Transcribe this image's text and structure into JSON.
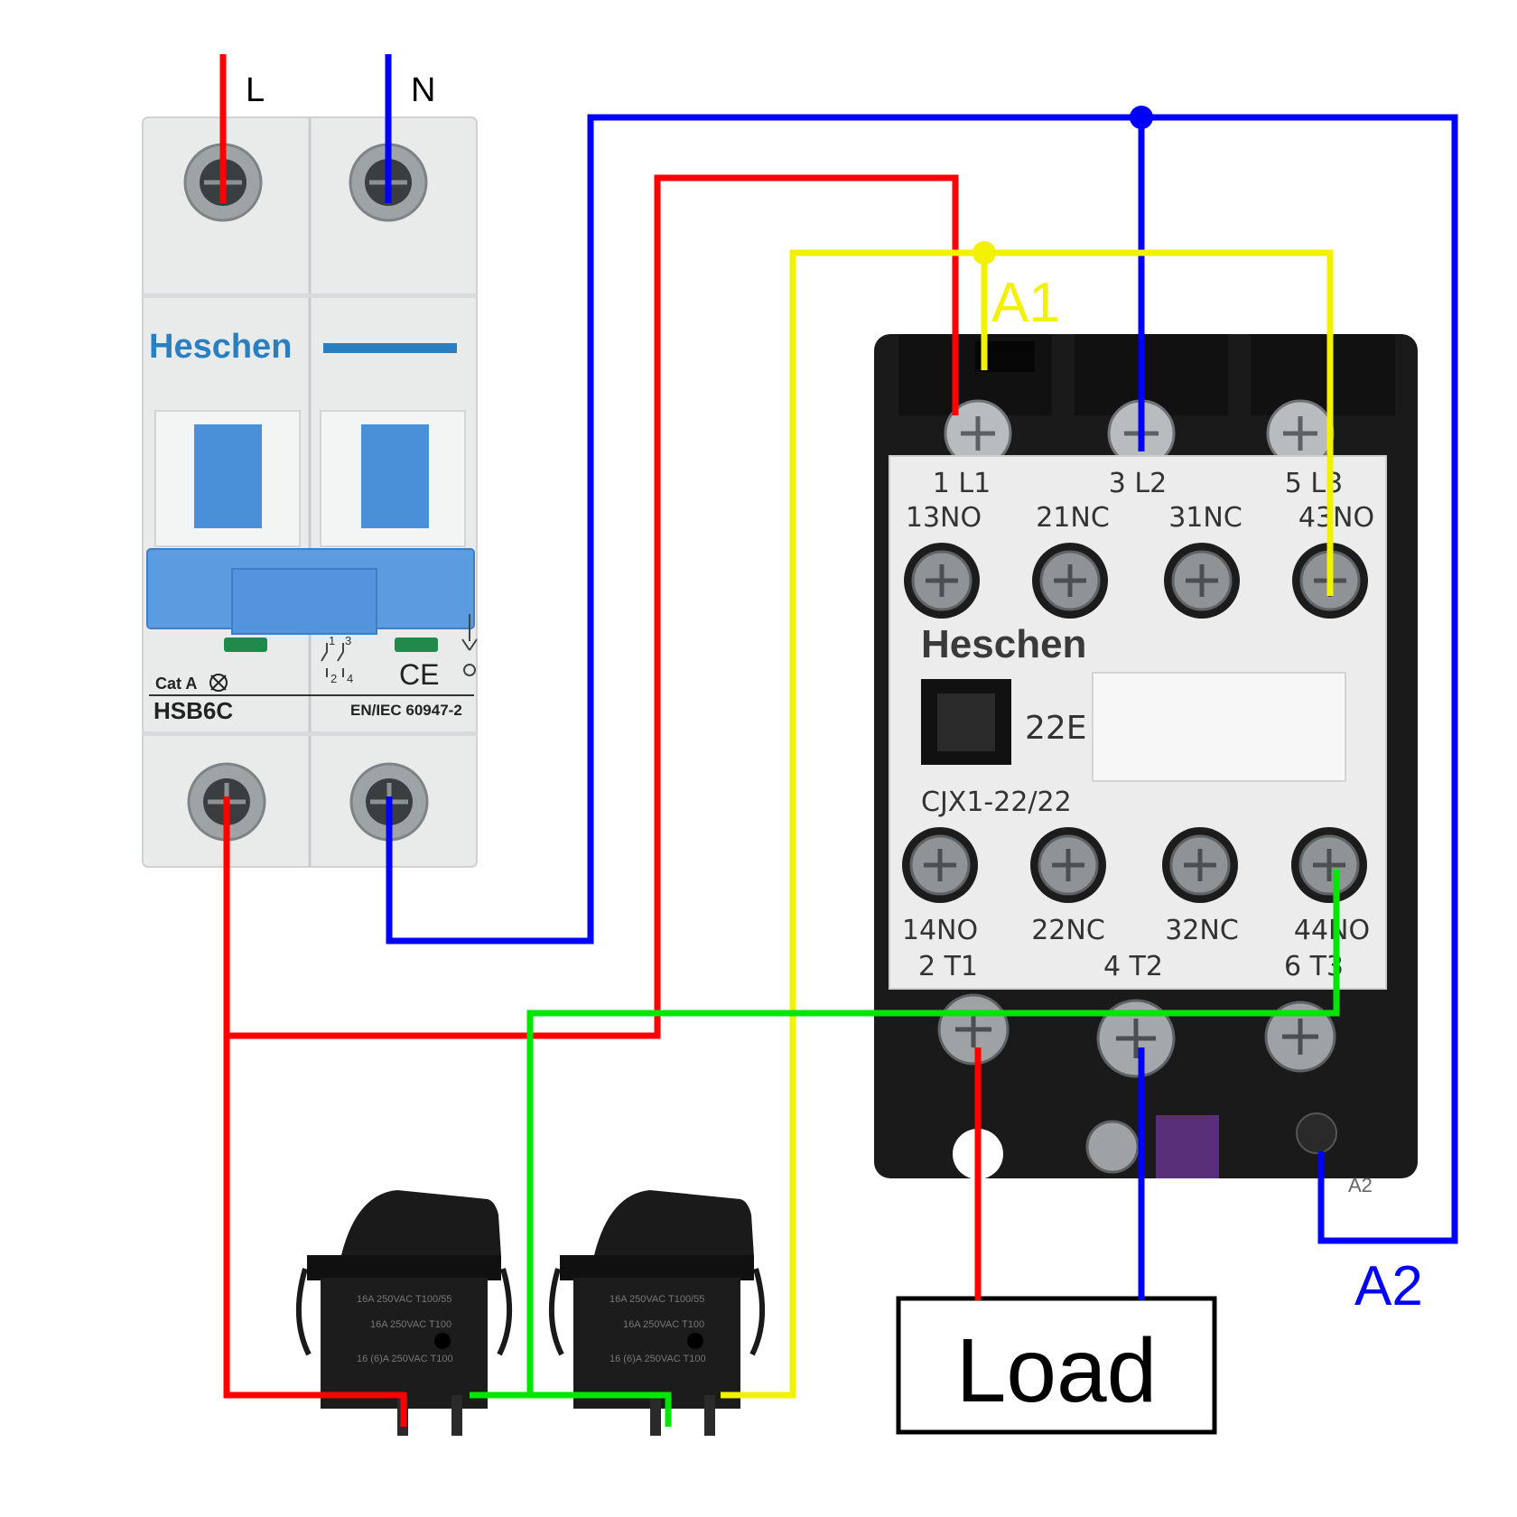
{
  "colors": {
    "line": "#ff0000",
    "neutral": "#0000ff",
    "coil_a1": "#f2f200",
    "green": "#00e600",
    "brand": "#2a7fc0",
    "breaker_body": "#e9eaea",
    "toggle": "#4a90d9",
    "contactor_body": "#1a1a1a",
    "contactor_face": "#ececec"
  },
  "icons": {
    "terminal": "screw-terminal-icon",
    "ce": "ce-mark-icon",
    "junction": "junction-dot-icon"
  },
  "supply": {
    "line_label": "L",
    "neutral_label": "N"
  },
  "breaker": {
    "brand": "Heschen",
    "category": "Cat A",
    "model": "HSB6C",
    "ce_mark": "CE",
    "standard": "EN/IEC 60947-2",
    "contact_numbers": [
      "1",
      "3",
      "2",
      "4"
    ]
  },
  "contactor": {
    "brand": "Heschen",
    "model": "CJX1-22/22",
    "code": "22E",
    "coil_a1": "A1",
    "coil_a2": "A2",
    "top_main": [
      "1 L1",
      "3 L2",
      "5 L3"
    ],
    "top_aux": [
      "13NO",
      "21NC",
      "31NC",
      "43NO"
    ],
    "bottom_aux": [
      "14NO",
      "22NC",
      "32NC",
      "44NO"
    ],
    "bottom_main": [
      "2 T1",
      "4 T2",
      "6 T3"
    ],
    "a2_mark": "A2"
  },
  "switches": {
    "rating_1": "16A 250VAC T100/55",
    "rating_2": "16A 250VAC T100",
    "rating_3": "16 (6)A 250VAC T100"
  },
  "load": {
    "label": "Load"
  }
}
